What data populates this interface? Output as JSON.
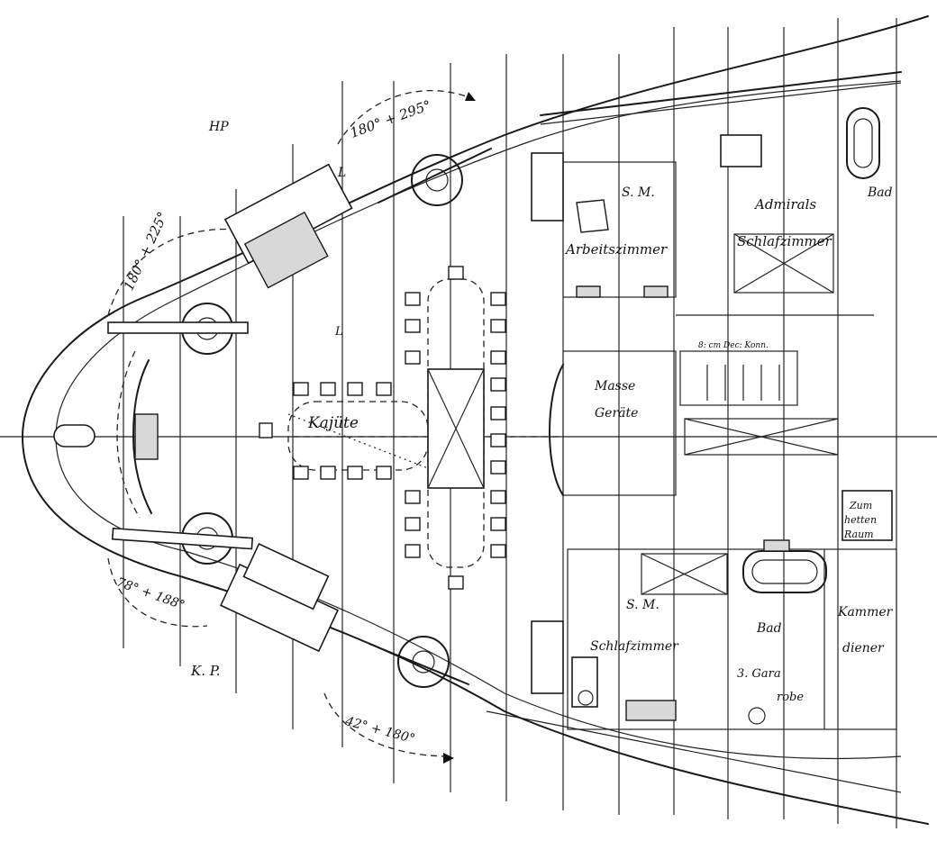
{
  "labels": {
    "hp": "HP",
    "kp": "K. P.",
    "arc_top": "180° + 295°",
    "arc_left": "180° + 225°",
    "arc_bottom_left": "78° + 188°",
    "arc_bottom": "42° + 180°",
    "kajute": "Kajüte",
    "sm_top": "S. M.",
    "arbeitszimmer": "Arbeitszimmer",
    "admirals": "Admirals",
    "schlafzimmer_top": "Schlafzimmer",
    "bad_top": "Bad",
    "stair_note": "8: cm Dec: Konn.",
    "masse": "Masse",
    "gerate": "Geräte",
    "zum": "Zum",
    "hetten": "hetten",
    "raum": "Raum",
    "sm_bottom": "S. M.",
    "schlafzimmer_bottom": "Schlafzimmer",
    "bad_bottom": "Bad",
    "kammer": "Kammer",
    "diener": "diener",
    "garderobe_1": "3. Gara",
    "garderobe_2": "robe",
    "l_mark": "L"
  }
}
